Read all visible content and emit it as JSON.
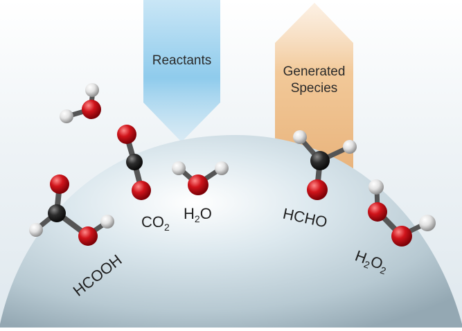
{
  "arrows": {
    "reactants": {
      "label": "Reactants",
      "color": "#8fcbec"
    },
    "generated": {
      "label_line1": "Generated",
      "label_line2": "Species",
      "color": "#f2c28e"
    }
  },
  "molecules": {
    "hcooh": {
      "label": "HCOOH"
    },
    "co2": {
      "label": "CO",
      "sub": "2"
    },
    "h2o": {
      "label": "H",
      "sub": "2",
      "label_end": "O"
    },
    "hcho": {
      "label": "HCHO"
    },
    "h2o2": {
      "label": "H",
      "sub": "2",
      "label_mid": "O",
      "sub2": "2"
    }
  },
  "atom_colors": {
    "oxygen": "#d0141b",
    "carbon": "#262626",
    "hydrogen": "#e6e6e6"
  },
  "surface_color": "#c9dbe4"
}
